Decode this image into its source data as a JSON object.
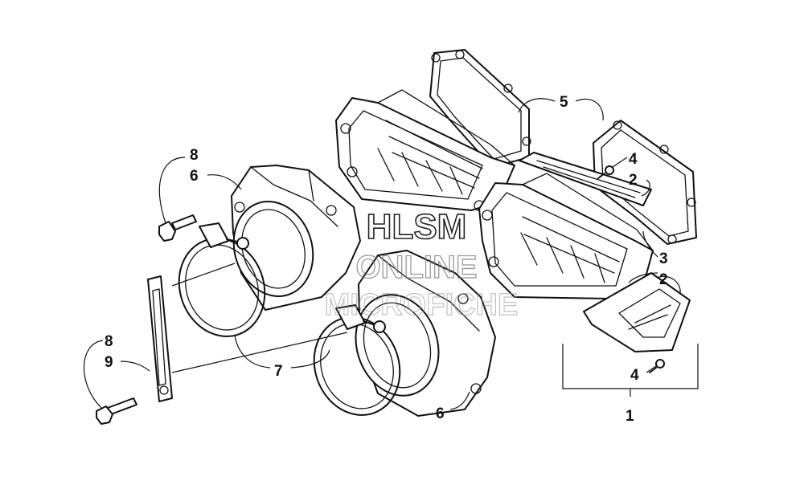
{
  "watermark": {
    "line1": "HLSM",
    "line2": "ONLINE",
    "line3": "MICROFICHE"
  },
  "callouts": [
    {
      "id": "c5",
      "label": "5"
    },
    {
      "id": "c4a",
      "label": "4"
    },
    {
      "id": "c2a",
      "label": "2"
    },
    {
      "id": "c8a",
      "label": "8"
    },
    {
      "id": "c6a",
      "label": "6"
    },
    {
      "id": "c3",
      "label": "3"
    },
    {
      "id": "c2b",
      "label": "2"
    },
    {
      "id": "c8b",
      "label": "8"
    },
    {
      "id": "c9",
      "label": "9"
    },
    {
      "id": "c7",
      "label": "7"
    },
    {
      "id": "c4b",
      "label": "4"
    },
    {
      "id": "c6b",
      "label": "6"
    },
    {
      "id": "c1",
      "label": "1"
    }
  ]
}
